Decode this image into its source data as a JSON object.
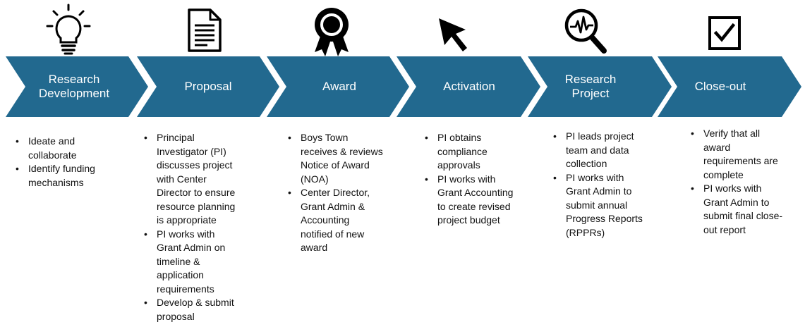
{
  "colors": {
    "chevron": "#22698f",
    "chevron_text": "#ffffff",
    "icon": "#000000"
  },
  "stages": [
    {
      "title": "Research Development",
      "title_lines": [
        "Research",
        "Development"
      ],
      "icon": "lightbulb-icon",
      "bullets": [
        [
          "Ideate and",
          "collaborate"
        ],
        [
          "Identify funding",
          "mechanisms"
        ]
      ]
    },
    {
      "title": "Proposal",
      "title_lines": [
        "Proposal"
      ],
      "icon": "document-icon",
      "bullets": [
        [
          "Principal",
          "Investigator (PI)",
          "discusses project",
          "with Center",
          "Director to ensure",
          "resource planning",
          "is appropriate"
        ],
        [
          "PI works with",
          "Grant Admin on",
          "timeline &",
          "application",
          "requirements"
        ],
        [
          "Develop & submit",
          "proposal"
        ]
      ]
    },
    {
      "title": "Award",
      "title_lines": [
        "Award"
      ],
      "icon": "award-ribbon-icon",
      "bullets": [
        [
          "Boys Town",
          "receives & reviews",
          "Notice of Award",
          "(NOA)"
        ],
        [
          "Center Director,",
          "Grant Admin &",
          "Accounting",
          "notified of new",
          "award"
        ]
      ]
    },
    {
      "title": "Activation",
      "title_lines": [
        "Activation"
      ],
      "icon": "cursor-arrow-icon",
      "bullets": [
        [
          "PI obtains",
          "compliance",
          "approvals"
        ],
        [
          "PI works with",
          "Grant Accounting",
          "to create revised",
          "project budget"
        ]
      ]
    },
    {
      "title": "Research Project",
      "title_lines": [
        "Research",
        "Project"
      ],
      "icon": "magnifier-pulse-icon",
      "bullets": [
        [
          "PI leads project",
          "team and data",
          "collection"
        ],
        [
          "PI works with",
          "Grant Admin to",
          "submit annual",
          "Progress Reports",
          "(RPPRs)"
        ]
      ]
    },
    {
      "title": "Close-out",
      "title_lines": [
        "Close-out"
      ],
      "icon": "checkbox-icon",
      "bullets": [
        [
          "Verify that all",
          "award",
          "requirements are",
          "complete"
        ],
        [
          "PI works with",
          "Grant Admin to",
          "submit final close-",
          "out report"
        ]
      ]
    }
  ]
}
